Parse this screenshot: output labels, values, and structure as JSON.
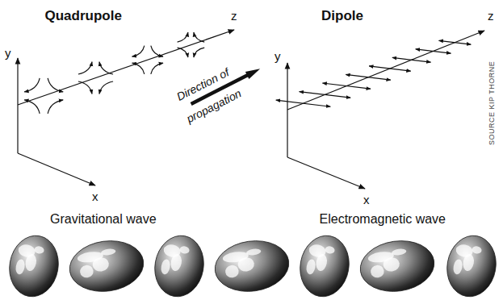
{
  "diagram": {
    "labels": [
      "Quadrupole",
      "y",
      "z",
      "x",
      "Gravitational wave",
      "Dipole",
      "y",
      "z",
      "x",
      "Electromagnetic wave",
      "Direction of propagation",
      "SOURCE KIP THORNE"
    ]
  }
}
